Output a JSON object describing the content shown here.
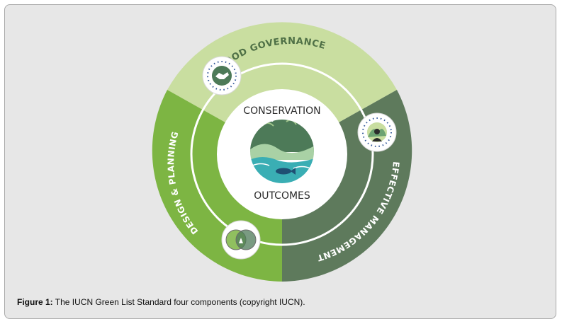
{
  "diagram": {
    "center_top": "CONSERVATION",
    "center_bottom": "OUTCOMES",
    "segments": [
      {
        "label": "GOOD GOVERNANCE",
        "color": "#c9dea0",
        "text_color": "#4f7046"
      },
      {
        "label": "EFFECTIVE MANAGEMENT",
        "color": "#5e7a5c",
        "text_color": "#ffffff"
      },
      {
        "label": "DESIGN & PLANNING",
        "color": "#7db543",
        "text_color": "#ffffff"
      }
    ],
    "icons": [
      "handshake-icon",
      "manager-icon",
      "venn-icon"
    ]
  },
  "caption": {
    "label": "Figure 1:",
    "text": " The IUCN Green List Standard four components (copyright IUCN)."
  }
}
